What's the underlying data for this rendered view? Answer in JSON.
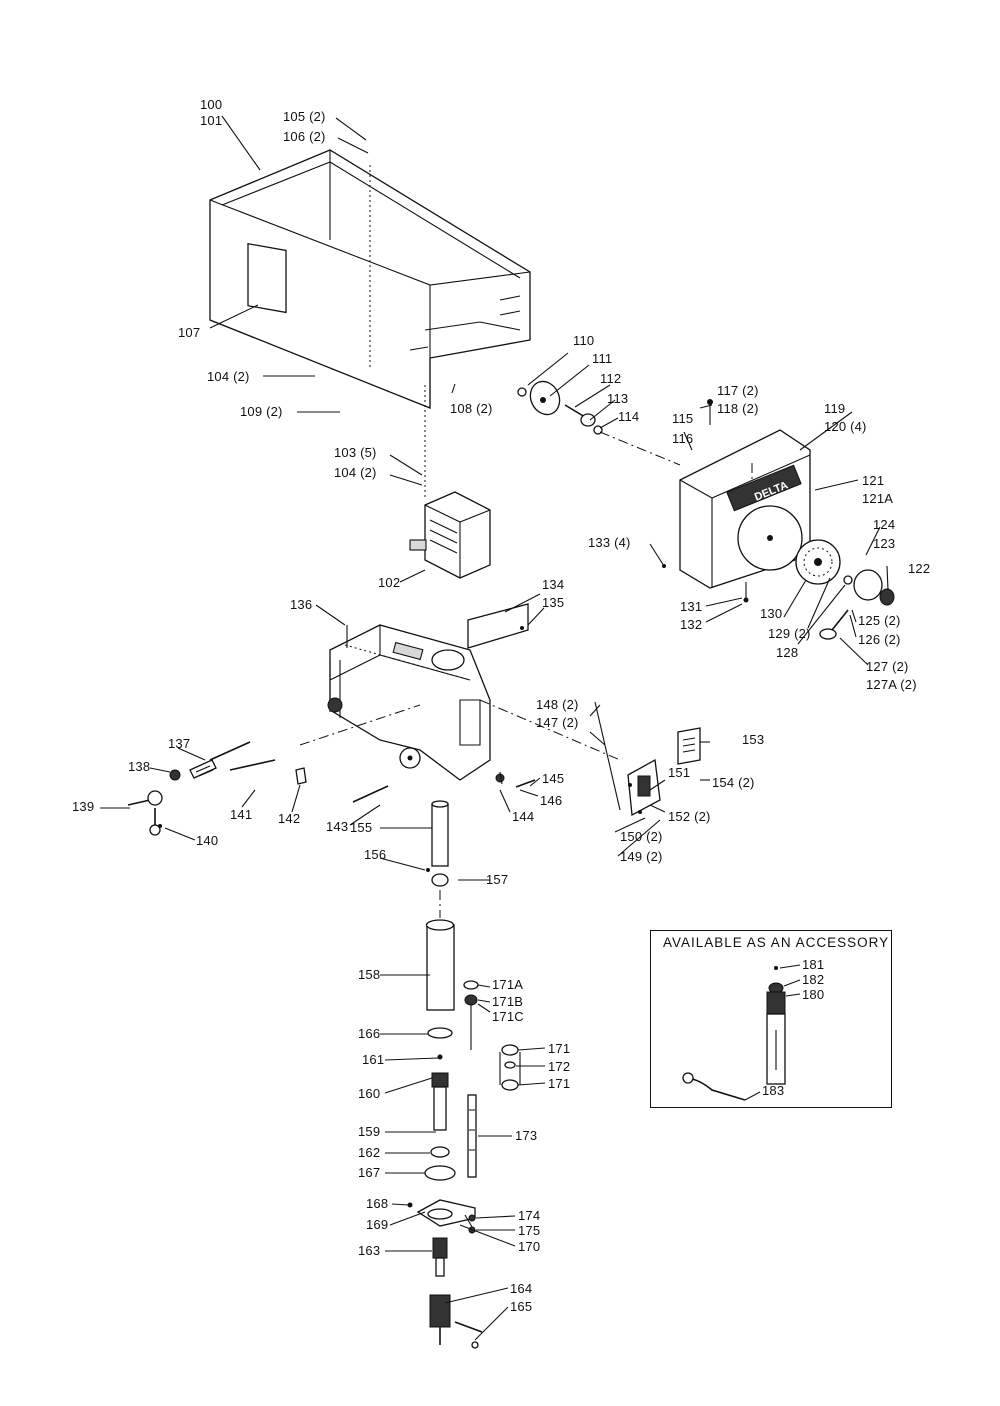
{
  "accessory": {
    "title": "AVAILABLE AS AN ACCESSORY"
  },
  "labels": {
    "l100": "100",
    "l101": "101",
    "l105": "105 (2)",
    "l106": "106 (2)",
    "l107": "107",
    "l104a": "104 (2)",
    "l109": "109 (2)",
    "l108": "108 (2)",
    "l103": "103 (5)",
    "l104b": "104 (2)",
    "l102": "102",
    "l110": "110",
    "l111": "111",
    "l112": "112",
    "l113": "113",
    "l114": "114",
    "l117": "117 (2)",
    "l118": "118 (2)",
    "l115": "115",
    "l116": "116",
    "l119": "119",
    "l120": "120 (4)",
    "l121": "121",
    "l121A": "121A",
    "l133": "133 (4)",
    "l124": "124",
    "l123": "123",
    "l122": "122",
    "l131": "131",
    "l132": "132",
    "l130": "130",
    "l129": "129 (2)",
    "l128": "128",
    "l125": "125 (2)",
    "l126": "126 (2)",
    "l127": "127 (2)",
    "l127A": "127A (2)",
    "l134": "134",
    "l135": "135",
    "l136": "136",
    "l148": "148 (2)",
    "l147": "147 (2)",
    "l153": "153",
    "l154": "154 (2)",
    "l137": "137",
    "l138": "138",
    "l139": "139",
    "l140": "140",
    "l141": "141",
    "l142": "142",
    "l143": "143",
    "l144": "144",
    "l145": "145",
    "l146": "146",
    "l151": "151",
    "l152": "152 (2)",
    "l150": "150 (2)",
    "l149": "149 (2)",
    "l155": "155",
    "l156": "156",
    "l157": "157",
    "l158": "158",
    "l171A": "171A",
    "l171B": "171B",
    "l171C": "171C",
    "l166": "166",
    "l171a": "171",
    "l172": "172",
    "l171b": "171",
    "l161": "161",
    "l160": "160",
    "l173": "173",
    "l159": "159",
    "l162": "162",
    "l167": "167",
    "l168": "168",
    "l174": "174",
    "l169": "169",
    "l175": "175",
    "l170": "170",
    "l163": "163",
    "l164": "164",
    "l165": "165",
    "l181": "181",
    "l182": "182",
    "l180": "180",
    "l183": "183"
  },
  "badges": {
    "delta_logo": "DELTA"
  }
}
